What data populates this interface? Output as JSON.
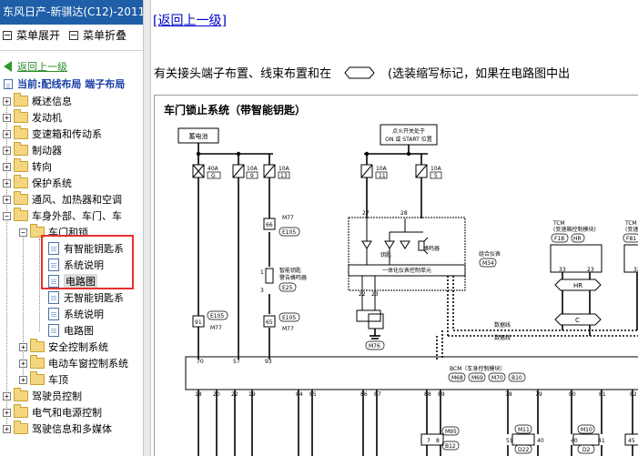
{
  "window": {
    "title": "东风日产-新骐达(C12)-2011-"
  },
  "toolbar": {
    "expand": "菜单展开",
    "collapse": "菜单折叠"
  },
  "nav": {
    "back_up": "返回上一级",
    "current": "当前:配线布局 端子布局"
  },
  "tree": {
    "n1": "概述信息",
    "n2": "发动机",
    "n3": "变速箱和传动系",
    "n4": "制动器",
    "n5": "转向",
    "n6": "保护系统",
    "n7": "通风、加热器和空调",
    "n8": "车身外部、车门、车",
    "n8a": "车门和锁",
    "n8a1": "有智能钥匙系",
    "n8a2": "系统说明",
    "n8a3": "电路图",
    "n8a4": "无智能钥匙系",
    "n8a5": "系统说明",
    "n8a6": "电路图",
    "n8b": "安全控制系统",
    "n8c": "电动车窗控制系统",
    "n8d": "车顶",
    "n9": "驾驶员控制",
    "n10": "电气和电源控制",
    "n11": "驾驶信息和多媒体"
  },
  "main": {
    "back_link": "[返回上一级]",
    "intro_left": "有关接头端子布置、线束布置和在",
    "intro_right": "(选装缩写标记，如果在电路图中出"
  },
  "diagram": {
    "title": "车门锁止系统（带智能钥匙）",
    "battery": "蓄电池",
    "ign_line1": "点火开关处于",
    "ign_line2": "ON 或 START 位置",
    "f1a": "40A",
    "f1b": "G",
    "f2a": "10A",
    "f2b": "9",
    "f3a": "10A",
    "f3b": "13",
    "f4a": "10A",
    "f4b": "11",
    "f5a": "10A",
    "f5b": "5",
    "c66": "66",
    "m77": "M77",
    "e105": "E105",
    "c1": "1",
    "c3": "3",
    "keywarn1": "智能钥匙",
    "keywarn2": "警告蜂鸣器",
    "e25": "E25",
    "c65": "65",
    "c91": "91",
    "e105b": "E105",
    "m77b": "M77",
    "e105c": "E105",
    "m77c": "M77",
    "c27": "27",
    "c28": "28",
    "key_label": "钥匙",
    "buzzer": "蜂鸣器",
    "combimeter": "组合仪表",
    "m34": "M34",
    "unit": "一体化仪表控制单元",
    "c22": "22",
    "c23": "23",
    "m76": "M76",
    "tcm": "TCM",
    "tcm_sub": "(变速箱控制模块)",
    "f18": "F18",
    "hr": "HR",
    "c33": "33",
    "c23b": "23",
    "tcm2": "TCM",
    "tcm2_sub": "(变速箱控",
    "f81": "F81",
    "c32": "32",
    "hr_bus": "HR",
    "c_bus": "C",
    "dataline1": "数据线",
    "dataline2": "数据线",
    "bcm": "BCM（车身控制模块）",
    "m68": "M68",
    "m69": "M69",
    "m70": "M70",
    "b10": "B10",
    "p70": "70",
    "p57": "57",
    "p93": "93",
    "b18": "18",
    "b20": "20",
    "b22": "22",
    "b19": "19",
    "b84": "84",
    "b85": "85",
    "b86": "86",
    "b87": "87",
    "b88": "88",
    "b89": "89",
    "b78": "78",
    "b79": "79",
    "b80": "80",
    "b81": "81",
    "b82": "82",
    "m95": "M95",
    "c7": "7",
    "c8": "8",
    "b12": "B12",
    "m11": "M11",
    "c51": "51",
    "c40": "40",
    "d22": "D22",
    "m10": "M10",
    "c40b": "40",
    "c41": "41",
    "d2": "D2",
    "c45": "45"
  }
}
